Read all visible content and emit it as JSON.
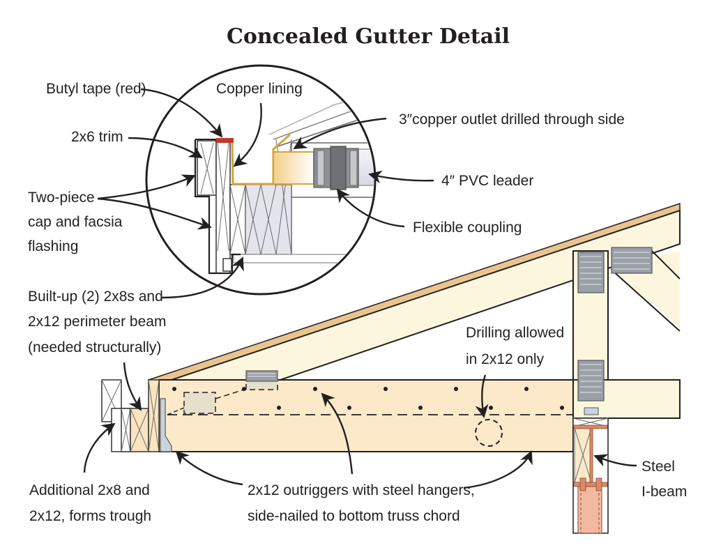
{
  "title": "Concealed Gutter Detail",
  "callouts": {
    "butyl_tape": "Butyl tape (red)",
    "copper_lining": "Copper lining",
    "trim": "2x6 trim",
    "two_piece_1": "Two-piece",
    "two_piece_2": "cap and facsia",
    "two_piece_3": "flashing",
    "copper_outlet": "3″copper outlet drilled through side",
    "pvc_leader": "4″ PVC leader",
    "flexible_coupling": "Flexible coupling",
    "built_up_1": "Built-up (2) 2x8s and",
    "built_up_2": "2x12 perimeter beam",
    "built_up_3": "(needed structurally)",
    "drilling_1": "Drilling allowed",
    "drilling_2": "in 2x12 only",
    "additional_1": "Additional 2x8 and",
    "additional_2": "2x12, forms trough",
    "outriggers_1": "2x12 outriggers with steel hangers,",
    "outriggers_2": "side-nailed to bottom truss chord",
    "steel_1": "Steel",
    "steel_2": "I-beam"
  },
  "colors": {
    "copper": "#d4a537",
    "butyl_red": "#c0392b",
    "wood_light": "#fdf6de",
    "wood_beam": "#fbe9c9",
    "steel_beam": "#f2b8a0",
    "gray_board": "#e4e4ec"
  }
}
